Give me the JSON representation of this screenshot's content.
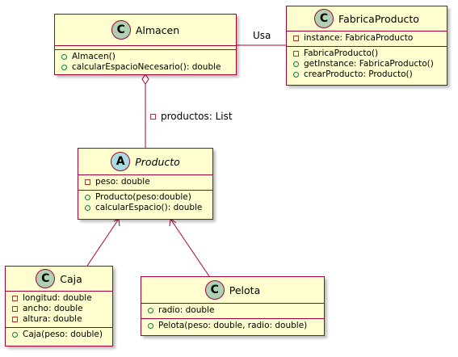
{
  "classes": {
    "almacen": {
      "stereotype": "C",
      "name": "Almacen",
      "attributes": [],
      "methods": [
        {
          "visibility": "+",
          "text": "Almacen()"
        },
        {
          "visibility": "+",
          "text": "calcularEspacioNecesario(): double"
        }
      ]
    },
    "fabrica": {
      "stereotype": "C",
      "name": "FabricaProducto",
      "attributes": [
        {
          "visibility": "-",
          "text": "instance: FabricaProducto"
        }
      ],
      "methods": [
        {
          "visibility": "-",
          "text": "FabricaProducto()"
        },
        {
          "visibility": "+",
          "text": "getInstance: FabricaProducto()"
        },
        {
          "visibility": "+",
          "text": "crearProducto: Producto()"
        }
      ]
    },
    "producto": {
      "stereotype": "A",
      "name": "Producto",
      "attributes": [
        {
          "visibility": "-",
          "text": "peso: double"
        }
      ],
      "methods": [
        {
          "visibility": "+",
          "text": "Producto(peso:double)"
        },
        {
          "visibility": "+",
          "text": "calcularEspacio(): double"
        }
      ]
    },
    "caja": {
      "stereotype": "C",
      "name": "Caja",
      "attributes": [
        {
          "visibility": "-",
          "text": "longitud: double"
        },
        {
          "visibility": "-",
          "text": "ancho: double"
        },
        {
          "visibility": "-",
          "text": "altura: double"
        }
      ],
      "methods": [
        {
          "visibility": "+",
          "text": "Caja(peso: double)"
        }
      ]
    },
    "pelota": {
      "stereotype": "C",
      "name": "Pelota",
      "attributes": [
        {
          "visibility": "+",
          "text": "radio: double"
        }
      ],
      "methods": [
        {
          "visibility": "+",
          "text": "Pelota(peso: double, radio: double)"
        }
      ]
    }
  },
  "relations": {
    "usa_label": "Usa",
    "productos_label": "productos: List",
    "productos_visibility": "-"
  },
  "colors": {
    "class_fill": "#fefece",
    "border": "#a80036",
    "class_circle": "#add1b2",
    "abstract_circle": "#a9dcdf",
    "private_marker": "#c82930",
    "public_marker": "#038048"
  }
}
